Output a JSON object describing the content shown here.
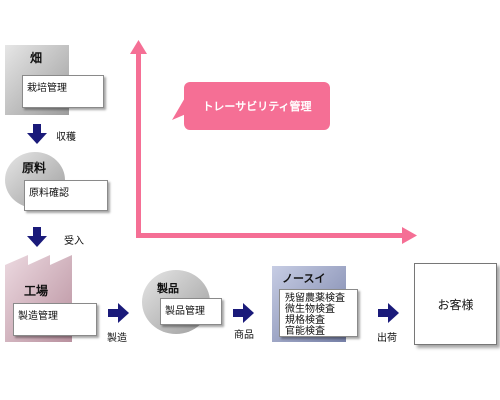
{
  "flow": {
    "field": {
      "title": "畑",
      "box": "栽培管理"
    },
    "arrow1_label": "収穫",
    "raw": {
      "title": "原料",
      "box": "原料確認"
    },
    "arrow2_label": "受入",
    "factory": {
      "title": "工場",
      "box": "製造管理"
    },
    "arrow3_label": "製造",
    "product": {
      "title": "製品",
      "box": "製品管理"
    },
    "arrow4_label": "商品",
    "nosui": {
      "title": "ノースイ",
      "lines": [
        "残留農薬検査",
        "微生物検査",
        "規格検査",
        "官能検査"
      ]
    },
    "arrow5_label": "出荷",
    "customer": "お客様"
  },
  "callout": "トレーサビリティ管理",
  "colors": {
    "accent": "#f56f95",
    "arrow": "#1a1a7a",
    "gray": "#c9c9c9",
    "factory": "#d8b6c3",
    "nosui": "#9fa8c8"
  }
}
